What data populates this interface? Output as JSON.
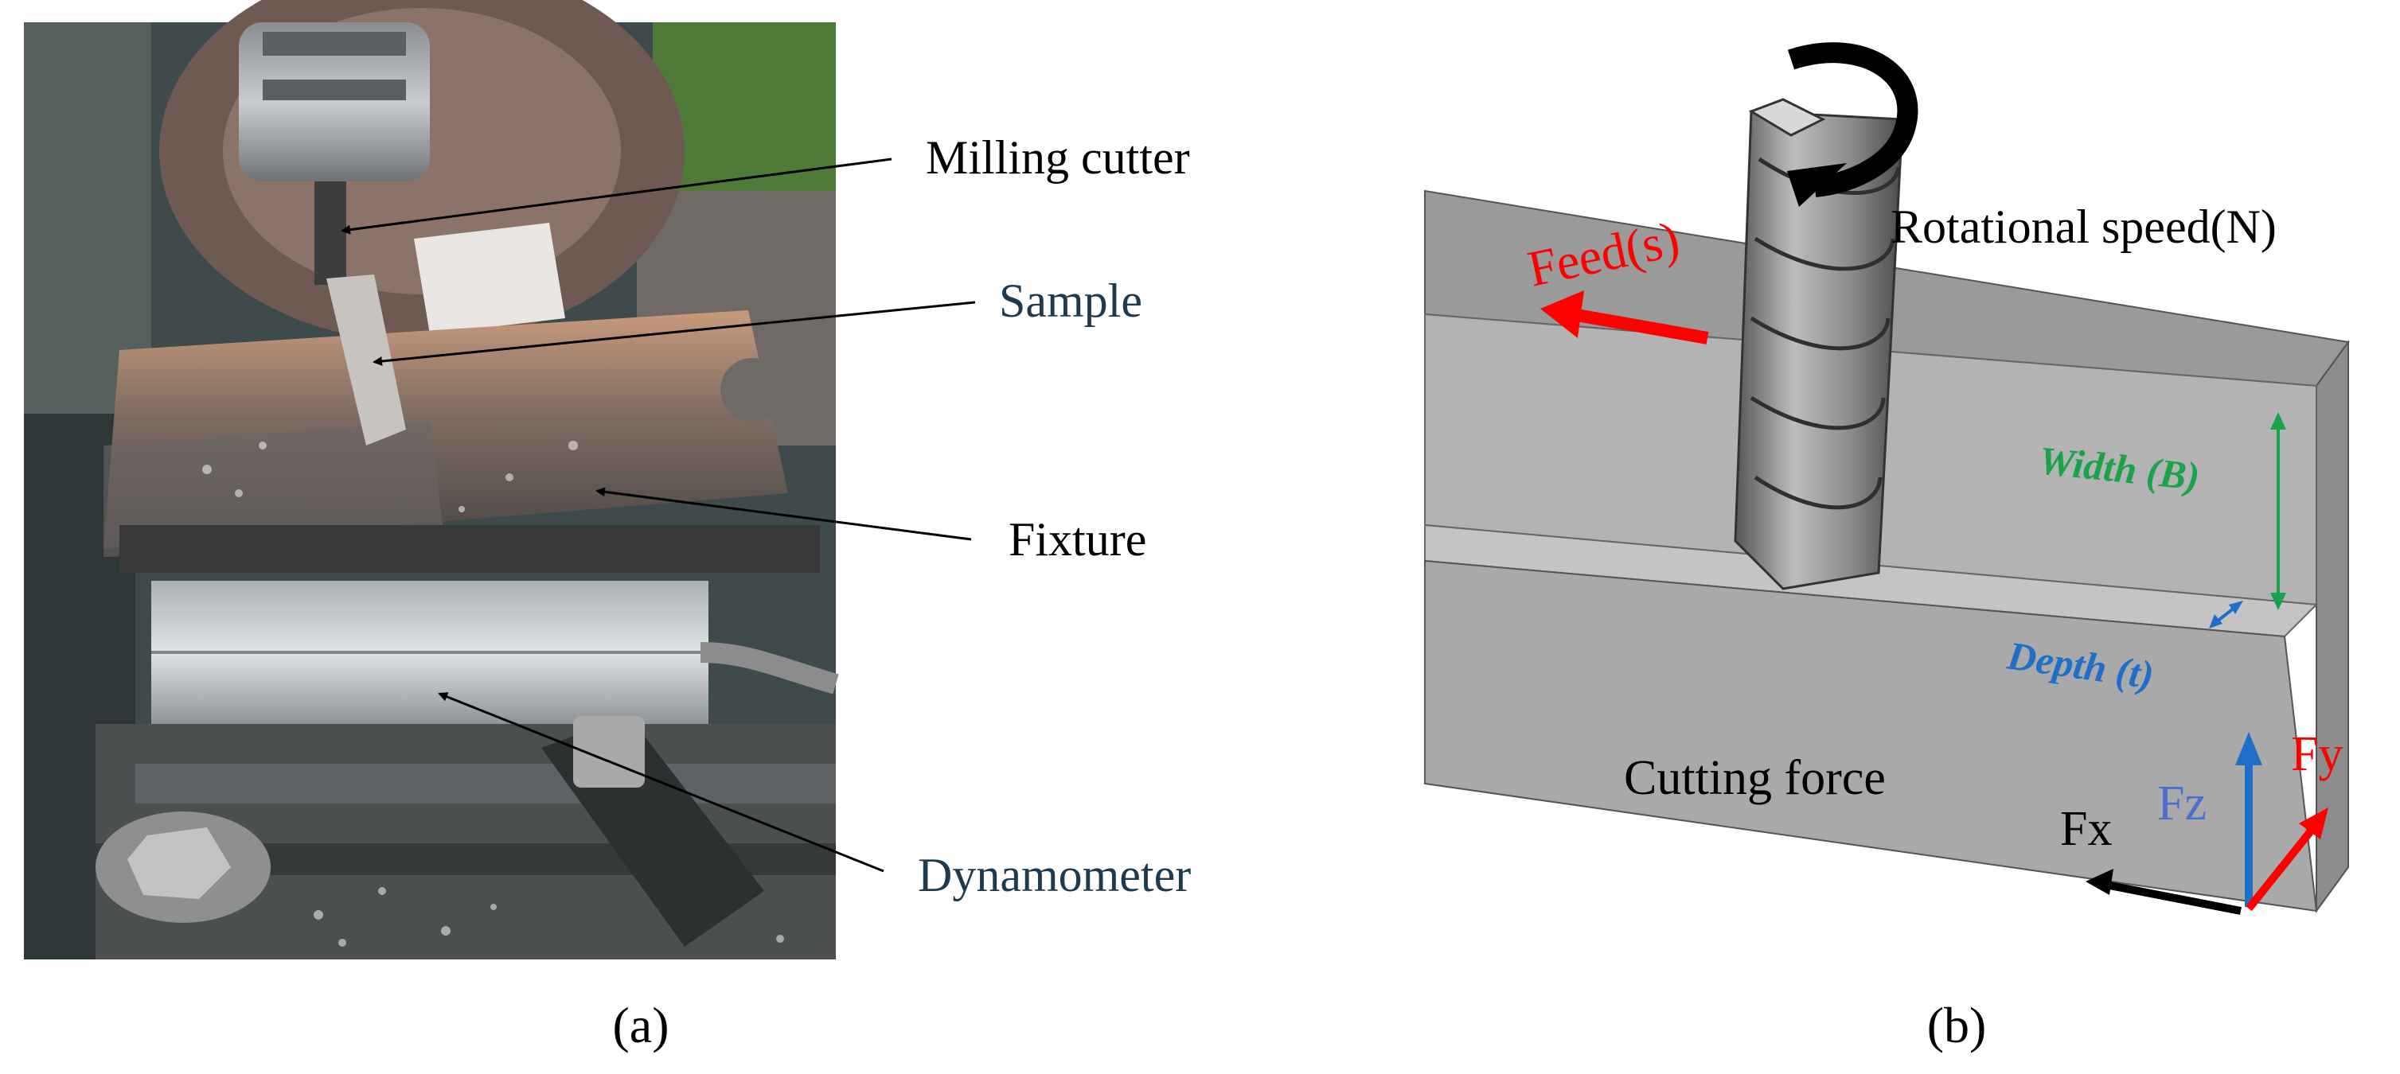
{
  "panel_a": {
    "callouts": {
      "milling_cutter": "Milling cutter",
      "sample": "Sample",
      "fixture": "Fixture",
      "dynamometer": "Dynamometer"
    },
    "caption": "(a)"
  },
  "panel_b": {
    "labels": {
      "rotational_speed": "Rotational speed(N)",
      "feed": "Feed(s)",
      "width": "Width (B)",
      "depth": "Depth (t)",
      "cutting_force": "Cutting force",
      "fx": "Fx",
      "fy": "Fy",
      "fz": "Fz"
    },
    "caption": "(b)"
  },
  "colors": {
    "feed": "#ff0000",
    "width": "#1aa34a",
    "depth": "#1f6fc8",
    "fz": "#4a6fd0",
    "fy": "#ff0000",
    "block": "#a9a9a9",
    "callout_text": "#1f3a4d"
  }
}
